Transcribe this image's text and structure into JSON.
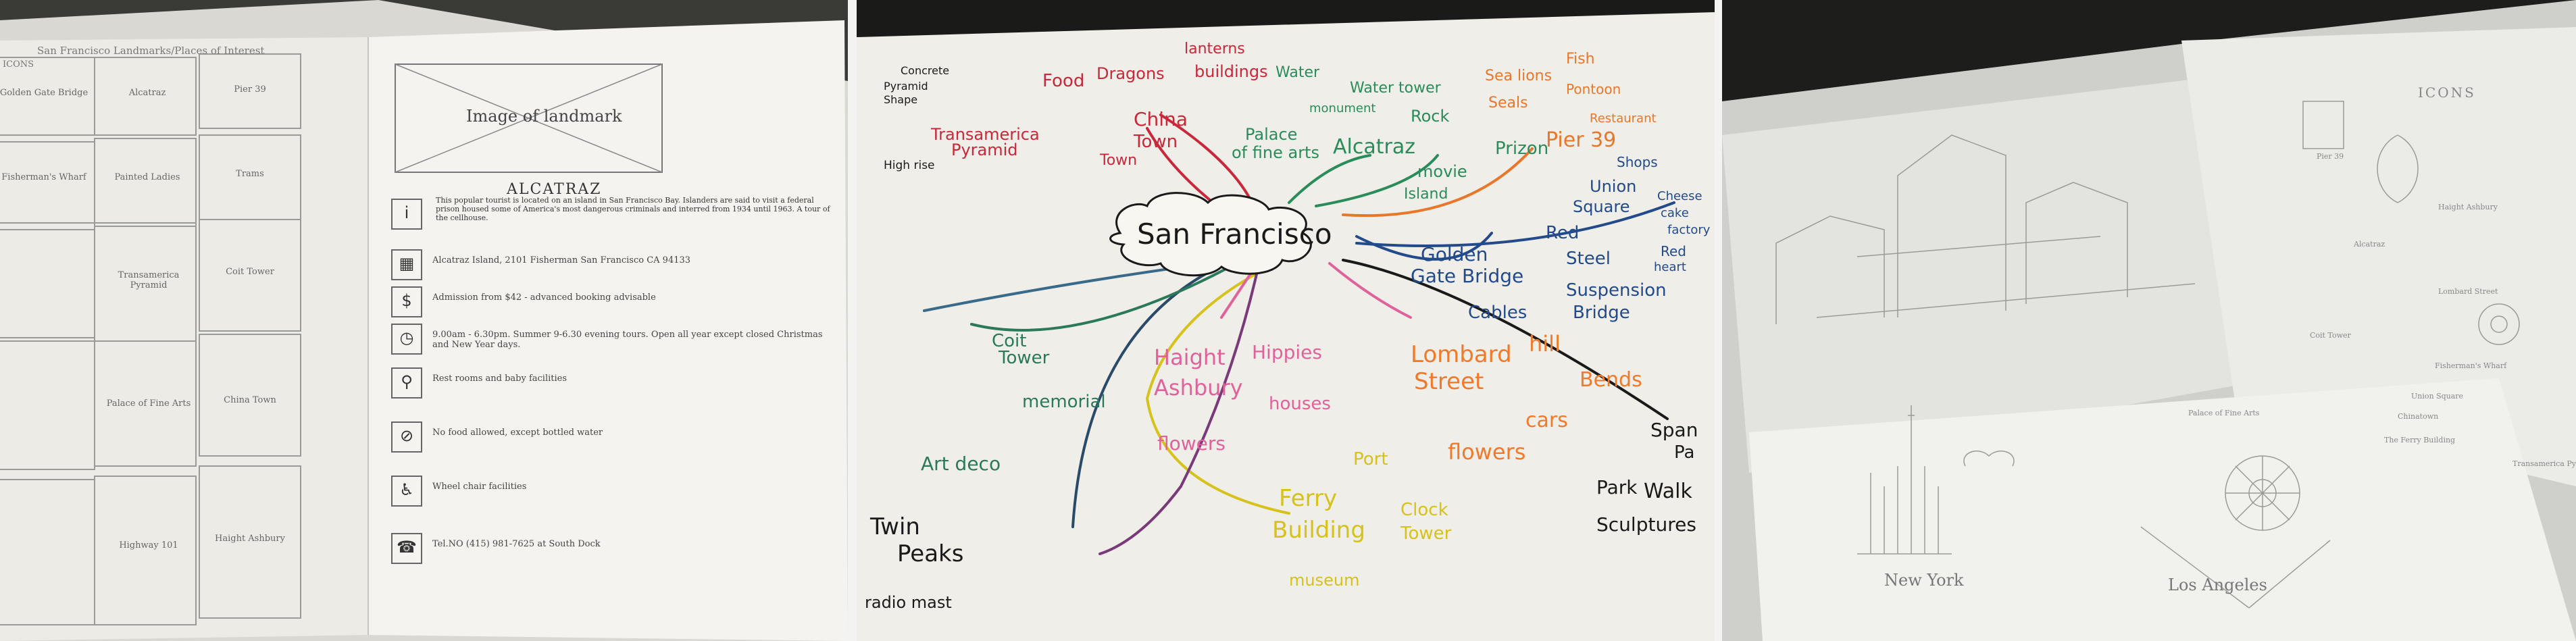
{
  "panel1": {
    "header": "San Francisco Landmarks/Places of Interest",
    "icons_label": "ICONS",
    "thumbnails": [
      "Golden Gate Bridge",
      "Alcatraz",
      "Pier 39",
      "",
      "Fisherman's Wharf",
      "Painted Ladies",
      "Trams",
      "",
      "Transamerica Pyramid",
      "Coit Tower",
      "",
      "Palace of Fine Arts",
      "China Town",
      "",
      "Highway 101",
      "Haight Ashbury"
    ],
    "image_box": "Image of landmark",
    "title": "ALCATRAZ",
    "description": "This popular tourist is located on an island in San Francisco Bay. Islanders are said to visit a federal prison housed some of America's most dangerous criminals and interred from 1934 until 1963. A tour of the cellhouse.",
    "rows": [
      {
        "icon": "info-icon",
        "text": ""
      },
      {
        "icon": "map-icon",
        "text": "Alcatraz Island, 2101 Fisherman San Francisco CA 94133"
      },
      {
        "icon": "dollar-icon",
        "text": "Admission from $42 - advanced booking advisable"
      },
      {
        "icon": "clock-icon",
        "text": "9.00am - 6.30pm. Summer 9-6.30 evening tours. Open all year except closed Christmas and New Year days."
      },
      {
        "icon": "toilet-icon",
        "text": "Rest rooms and baby facilities"
      },
      {
        "icon": "no-food-icon",
        "text": "No food allowed, except bottled water"
      },
      {
        "icon": "wheelchair-icon",
        "text": "Wheel chair facilities"
      },
      {
        "icon": "phone-icon",
        "text": "Tel.NO (415) 981-7625 at South Dock"
      }
    ]
  },
  "panel2": {
    "center": "San Francisco",
    "words": [
      {
        "t": "Concrete",
        "c": "#1a1a1a"
      },
      {
        "t": "Pyramid",
        "c": "#1a1a1a"
      },
      {
        "t": "Shape",
        "c": "#1a1a1a"
      },
      {
        "t": "High rise",
        "c": "#1a1a1a"
      },
      {
        "t": "Transamerica",
        "c": "#c8283a"
      },
      {
        "t": "Pyramid",
        "c": "#c8283a"
      },
      {
        "t": "Food",
        "c": "#c8283a"
      },
      {
        "t": "Dragons",
        "c": "#c8283a"
      },
      {
        "t": "lanterns",
        "c": "#c8283a"
      },
      {
        "t": "buildings",
        "c": "#c8283a"
      },
      {
        "t": "China",
        "c": "#c8283a"
      },
      {
        "t": "Town",
        "c": "#c8283a"
      },
      {
        "t": "Town",
        "c": "#c8283a"
      },
      {
        "t": "Water",
        "c": "#2a8c5a"
      },
      {
        "t": "monument",
        "c": "#2a8c5a"
      },
      {
        "t": "Water tower",
        "c": "#2a8c5a"
      },
      {
        "t": "Palace",
        "c": "#2a8c5a"
      },
      {
        "t": "of fine arts",
        "c": "#2a8c5a"
      },
      {
        "t": "Alcatraz",
        "c": "#2a8c5a"
      },
      {
        "t": "Rock",
        "c": "#2a8c5a"
      },
      {
        "t": "movie",
        "c": "#2a8c5a"
      },
      {
        "t": "Island",
        "c": "#2a8c5a"
      },
      {
        "t": "Prizon",
        "c": "#2a8c5a"
      },
      {
        "t": "Sea lions",
        "c": "#e8772a"
      },
      {
        "t": "Fish",
        "c": "#e8772a"
      },
      {
        "t": "Seals",
        "c": "#e8772a"
      },
      {
        "t": "Pontoon",
        "c": "#e8772a"
      },
      {
        "t": "Pier 39",
        "c": "#e8772a"
      },
      {
        "t": "Restaurant",
        "c": "#e8772a"
      },
      {
        "t": "Shops",
        "c": "#234a8a"
      },
      {
        "t": "Union",
        "c": "#234a8a"
      },
      {
        "t": "Square",
        "c": "#234a8a"
      },
      {
        "t": "Cheese",
        "c": "#234a8a"
      },
      {
        "t": "cake",
        "c": "#234a8a"
      },
      {
        "t": "factory",
        "c": "#234a8a"
      },
      {
        "t": "Red",
        "c": "#234a8a"
      },
      {
        "t": "heart",
        "c": "#234a8a"
      },
      {
        "t": "Golden",
        "c": "#234a8a"
      },
      {
        "t": "Gate Bridge",
        "c": "#234a8a"
      },
      {
        "t": "Red",
        "c": "#234a8a"
      },
      {
        "t": "Steel",
        "c": "#234a8a"
      },
      {
        "t": "Cables",
        "c": "#234a8a"
      },
      {
        "t": "Suspension",
        "c": "#234a8a"
      },
      {
        "t": "Bridge",
        "c": "#234a8a"
      },
      {
        "t": "Haight",
        "c": "#e0629a"
      },
      {
        "t": "Ashbury",
        "c": "#e0629a"
      },
      {
        "t": "Hippies",
        "c": "#e0629a"
      },
      {
        "t": "houses",
        "c": "#e0629a"
      },
      {
        "t": "flowers",
        "c": "#e0629a"
      },
      {
        "t": "Lombard",
        "c": "#f07a2a"
      },
      {
        "t": "Street",
        "c": "#f07a2a"
      },
      {
        "t": "hill",
        "c": "#f07a2a"
      },
      {
        "t": "Bends",
        "c": "#f07a2a"
      },
      {
        "t": "cars",
        "c": "#f07a2a"
      },
      {
        "t": "flowers",
        "c": "#f07a2a"
      },
      {
        "t": "Coit",
        "c": "#2a7a5a"
      },
      {
        "t": "Tower",
        "c": "#2a7a5a"
      },
      {
        "t": "memorial",
        "c": "#2a7a5a"
      },
      {
        "t": "Art deco",
        "c": "#2a7a5a"
      },
      {
        "t": "Port",
        "c": "#d6c21a"
      },
      {
        "t": "Ferry",
        "c": "#d6c21a"
      },
      {
        "t": "Building",
        "c": "#d6c21a"
      },
      {
        "t": "Clock",
        "c": "#d6c21a"
      },
      {
        "t": "Tower",
        "c": "#d6c21a"
      },
      {
        "t": "museum",
        "c": "#d6c21a"
      },
      {
        "t": "Twin",
        "c": "#1a1a1a"
      },
      {
        "t": "Peaks",
        "c": "#1a1a1a"
      },
      {
        "t": "radio mast",
        "c": "#1a1a1a"
      },
      {
        "t": "Span",
        "c": "#1a1a1a"
      },
      {
        "t": "Pa",
        "c": "#1a1a1a"
      },
      {
        "t": "Park",
        "c": "#1a1a1a"
      },
      {
        "t": "Walk",
        "c": "#1a1a1a"
      },
      {
        "t": "Sculptures",
        "c": "#1a1a1a"
      }
    ]
  },
  "panel3": {
    "icons_heading": "ICONS",
    "labels": [
      "Pier 39",
      "Haight Ashbury",
      "Alcatraz",
      "Lombard Street",
      "Coit Tower",
      "Fisherman's Wharf",
      "Union Square",
      "Chinatown",
      "Palace of Fine Arts",
      "The Ferry Building",
      "Transamerica Pyramid"
    ],
    "captions": [
      "New York",
      "Los Angeles"
    ]
  }
}
